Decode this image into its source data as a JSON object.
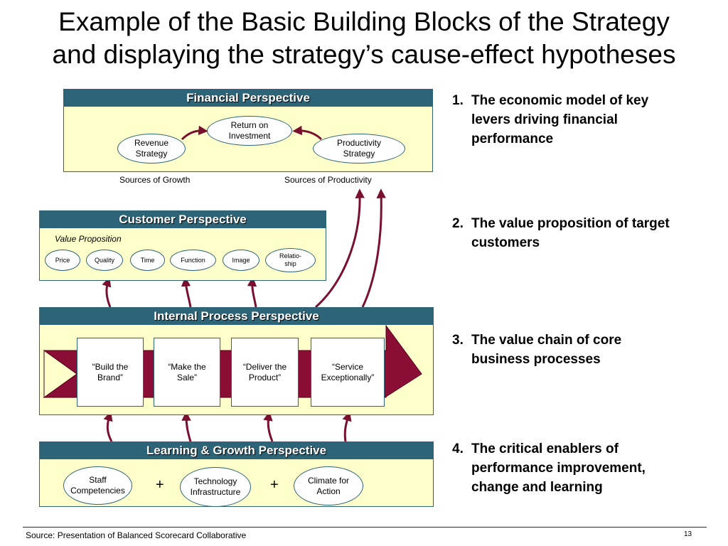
{
  "title": {
    "line1": "Example of the Basic Building Blocks of the Strategy",
    "line2": "and displaying the strategy’s  cause-effect hypotheses"
  },
  "financial": {
    "header": "Financial Perspective",
    "roi": "Return on\nInvestment",
    "revenue": "Revenue\nStrategy",
    "productivity": "Productivity\nStrategy",
    "sources_growth": "Sources of Growth",
    "sources_productivity": "Sources of Productivity"
  },
  "customer": {
    "header": "Customer Perspective",
    "value_prop": "Value Proposition",
    "items": [
      "Price",
      "Quality",
      "Time",
      "Function",
      "Image",
      "Relatio-\nship"
    ]
  },
  "internal": {
    "header": "Internal Process Perspective",
    "processes": [
      "“Build the\nBrand”",
      "“Make the\nSale”",
      "“Deliver the\nProduct”",
      "“Service\nExceptionally”"
    ]
  },
  "learning": {
    "header": "Learning & Growth Perspective",
    "staff": "Staff\nCompetencies",
    "technology": "Technology\nInfrastructure",
    "climate": "Climate for\nAction",
    "plus1": "+",
    "plus2": "+"
  },
  "right_notes": [
    {
      "num": "1.",
      "text": "The economic model of key levers driving financial performance"
    },
    {
      "num": "2.",
      "text": "The value proposition of target customers"
    },
    {
      "num": "3.",
      "text": "The value chain of core business processes"
    },
    {
      "num": "4.",
      "text": "The critical enablers of performance improvement, change and learning"
    }
  ],
  "footer": {
    "source": "Source: Presentation of Balanced Scorecard Collaborative",
    "page": "13"
  },
  "colors": {
    "header_bg": "#2e6477",
    "panel_bg": "#ffffcc",
    "arrow": "#7a1030"
  }
}
